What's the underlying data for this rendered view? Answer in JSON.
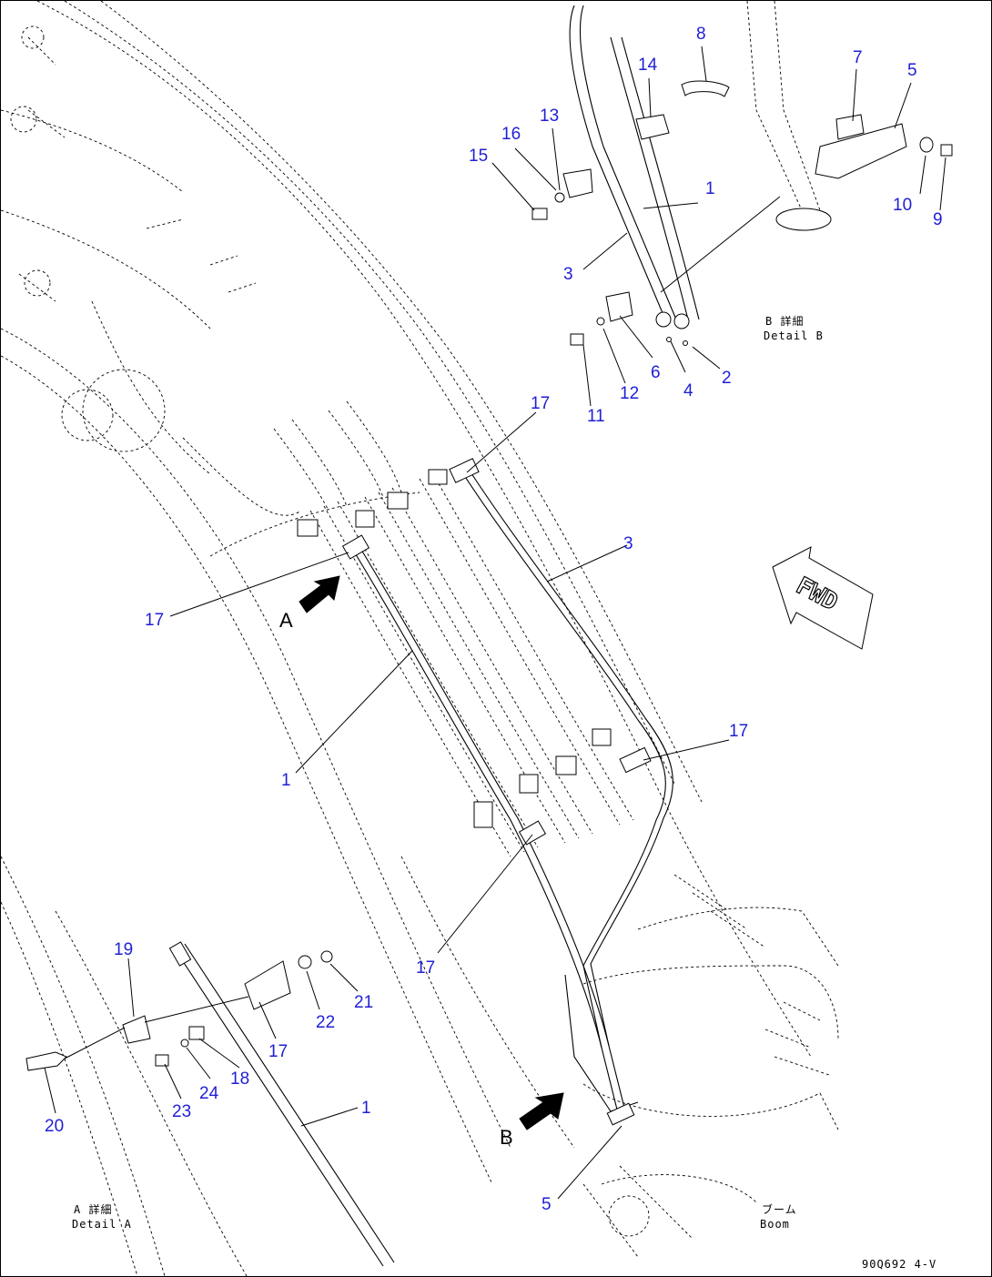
{
  "callouts": [
    {
      "label": "1"
    },
    {
      "label": "2"
    },
    {
      "label": "3"
    },
    {
      "label": "4"
    },
    {
      "label": "5"
    },
    {
      "label": "6"
    },
    {
      "label": "7"
    },
    {
      "label": "8"
    },
    {
      "label": "9"
    },
    {
      "label": "10"
    },
    {
      "label": "11"
    },
    {
      "label": "12"
    },
    {
      "label": "13"
    },
    {
      "label": "14"
    },
    {
      "label": "15"
    },
    {
      "label": "16"
    },
    {
      "label": "17"
    },
    {
      "label": "3"
    },
    {
      "label": "17"
    },
    {
      "label": "1"
    },
    {
      "label": "17"
    },
    {
      "label": "17"
    },
    {
      "label": "19"
    },
    {
      "label": "17"
    },
    {
      "label": "22"
    },
    {
      "label": "21"
    },
    {
      "label": "20"
    },
    {
      "label": "23"
    },
    {
      "label": "24"
    },
    {
      "label": "18"
    },
    {
      "label": "1"
    },
    {
      "label": "5"
    }
  ],
  "view_marks": {
    "a": "A",
    "b": "B"
  },
  "fwd_label": "FWD",
  "detail_b": {
    "jp": "B 詳細",
    "en": "Detail B"
  },
  "detail_a": {
    "jp": "A 詳細",
    "en": "Detail A"
  },
  "boom": {
    "jp": "ブーム",
    "en": "Boom"
  },
  "drawing_code": "90Q692 4-V"
}
